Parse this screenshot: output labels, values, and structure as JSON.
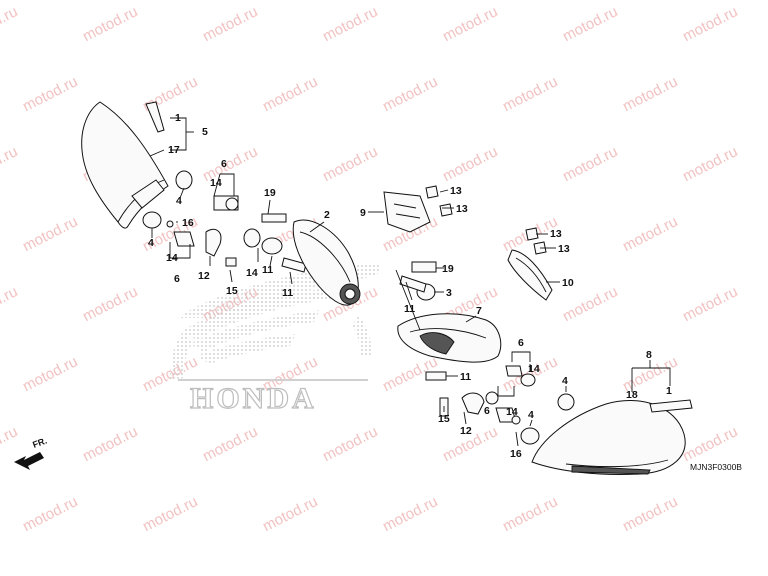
{
  "watermark_text": "motod.ru",
  "brand_text": "HONDA",
  "direction_label": "FR.",
  "diagram_code": "MJN3F0300B",
  "callouts": {
    "c1": "1",
    "c2": "2",
    "c3": "3",
    "c4": "4",
    "c5": "5",
    "c6": "6",
    "c7": "7",
    "c8": "8",
    "c9": "9",
    "c10": "10",
    "c11": "11",
    "c12": "12",
    "c13": "13",
    "c14": "14",
    "c15": "15",
    "c16": "16",
    "c17": "17",
    "c18": "18",
    "c19": "19"
  }
}
